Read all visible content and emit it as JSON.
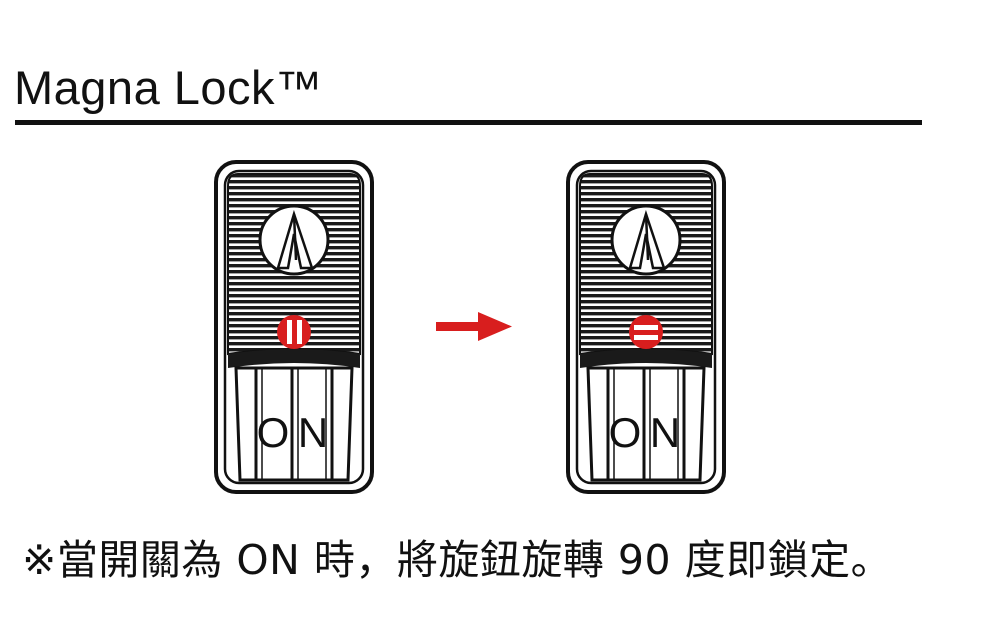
{
  "header": {
    "title": "Magna Lock™"
  },
  "switches": [
    {
      "state": "unlocked",
      "labels": [
        "O",
        "N"
      ],
      "knob_color": "#d81e1e"
    },
    {
      "state": "locked",
      "labels": [
        "O",
        "N"
      ],
      "knob_color": "#d81e1e"
    }
  ],
  "arrow": {
    "color": "#d81e1e"
  },
  "footer": {
    "note": "※當開關為 ON 時，將旋鈕旋轉 90 度即鎖定。"
  }
}
